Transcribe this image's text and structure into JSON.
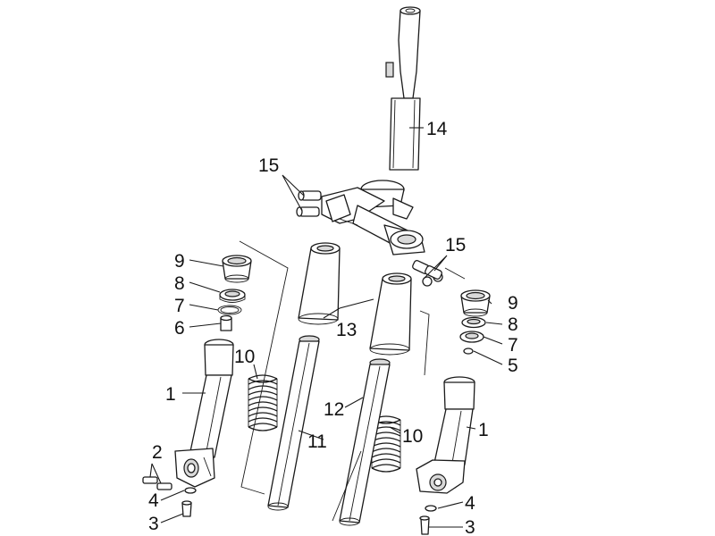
{
  "labels": {
    "l1_left": "1",
    "l1_right": "1",
    "l2": "2",
    "l3_left": "3",
    "l3_right": "3",
    "l4_left": "4",
    "l4_right": "4",
    "l5": "5",
    "l6": "6",
    "l7_left": "7",
    "l7_right": "7",
    "l8_left": "8",
    "l8_right": "8",
    "l9_left": "9",
    "l9_right": "9",
    "l10_left": "10",
    "l10_right": "10",
    "l11": "11",
    "l12": "12",
    "l13": "13",
    "l14": "14",
    "l15_left": "15",
    "l15_right": "15"
  }
}
